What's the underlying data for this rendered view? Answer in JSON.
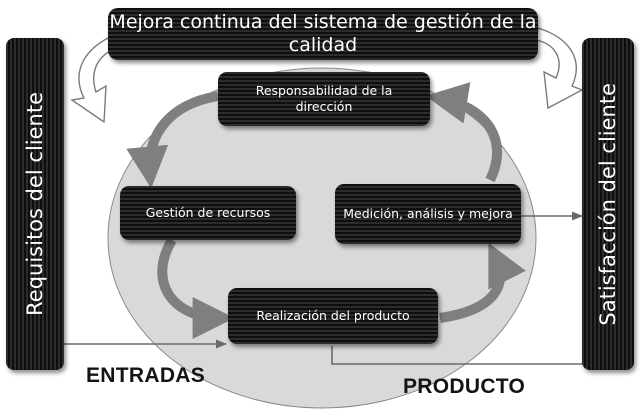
{
  "title": "Mejora continua del sistema de gestión de la calidad",
  "left_bar": "Requisitos del cliente",
  "right_bar": "Satisfacción del cliente",
  "processes": {
    "responsabilidad": "Responsabilidad de la dirección",
    "gestion": "Gestión de recursos",
    "medicion": "Medición, análisis y mejora",
    "realizacion": "Realización del producto"
  },
  "entradas": "ENTRADAS",
  "producto": "PRODUCTO",
  "colors": {
    "ellipse_fill": "#d9d9d9",
    "box_dark": "#1e1e1e",
    "arrow_gray": "#7f7f7f",
    "text_dark": "#141414"
  }
}
